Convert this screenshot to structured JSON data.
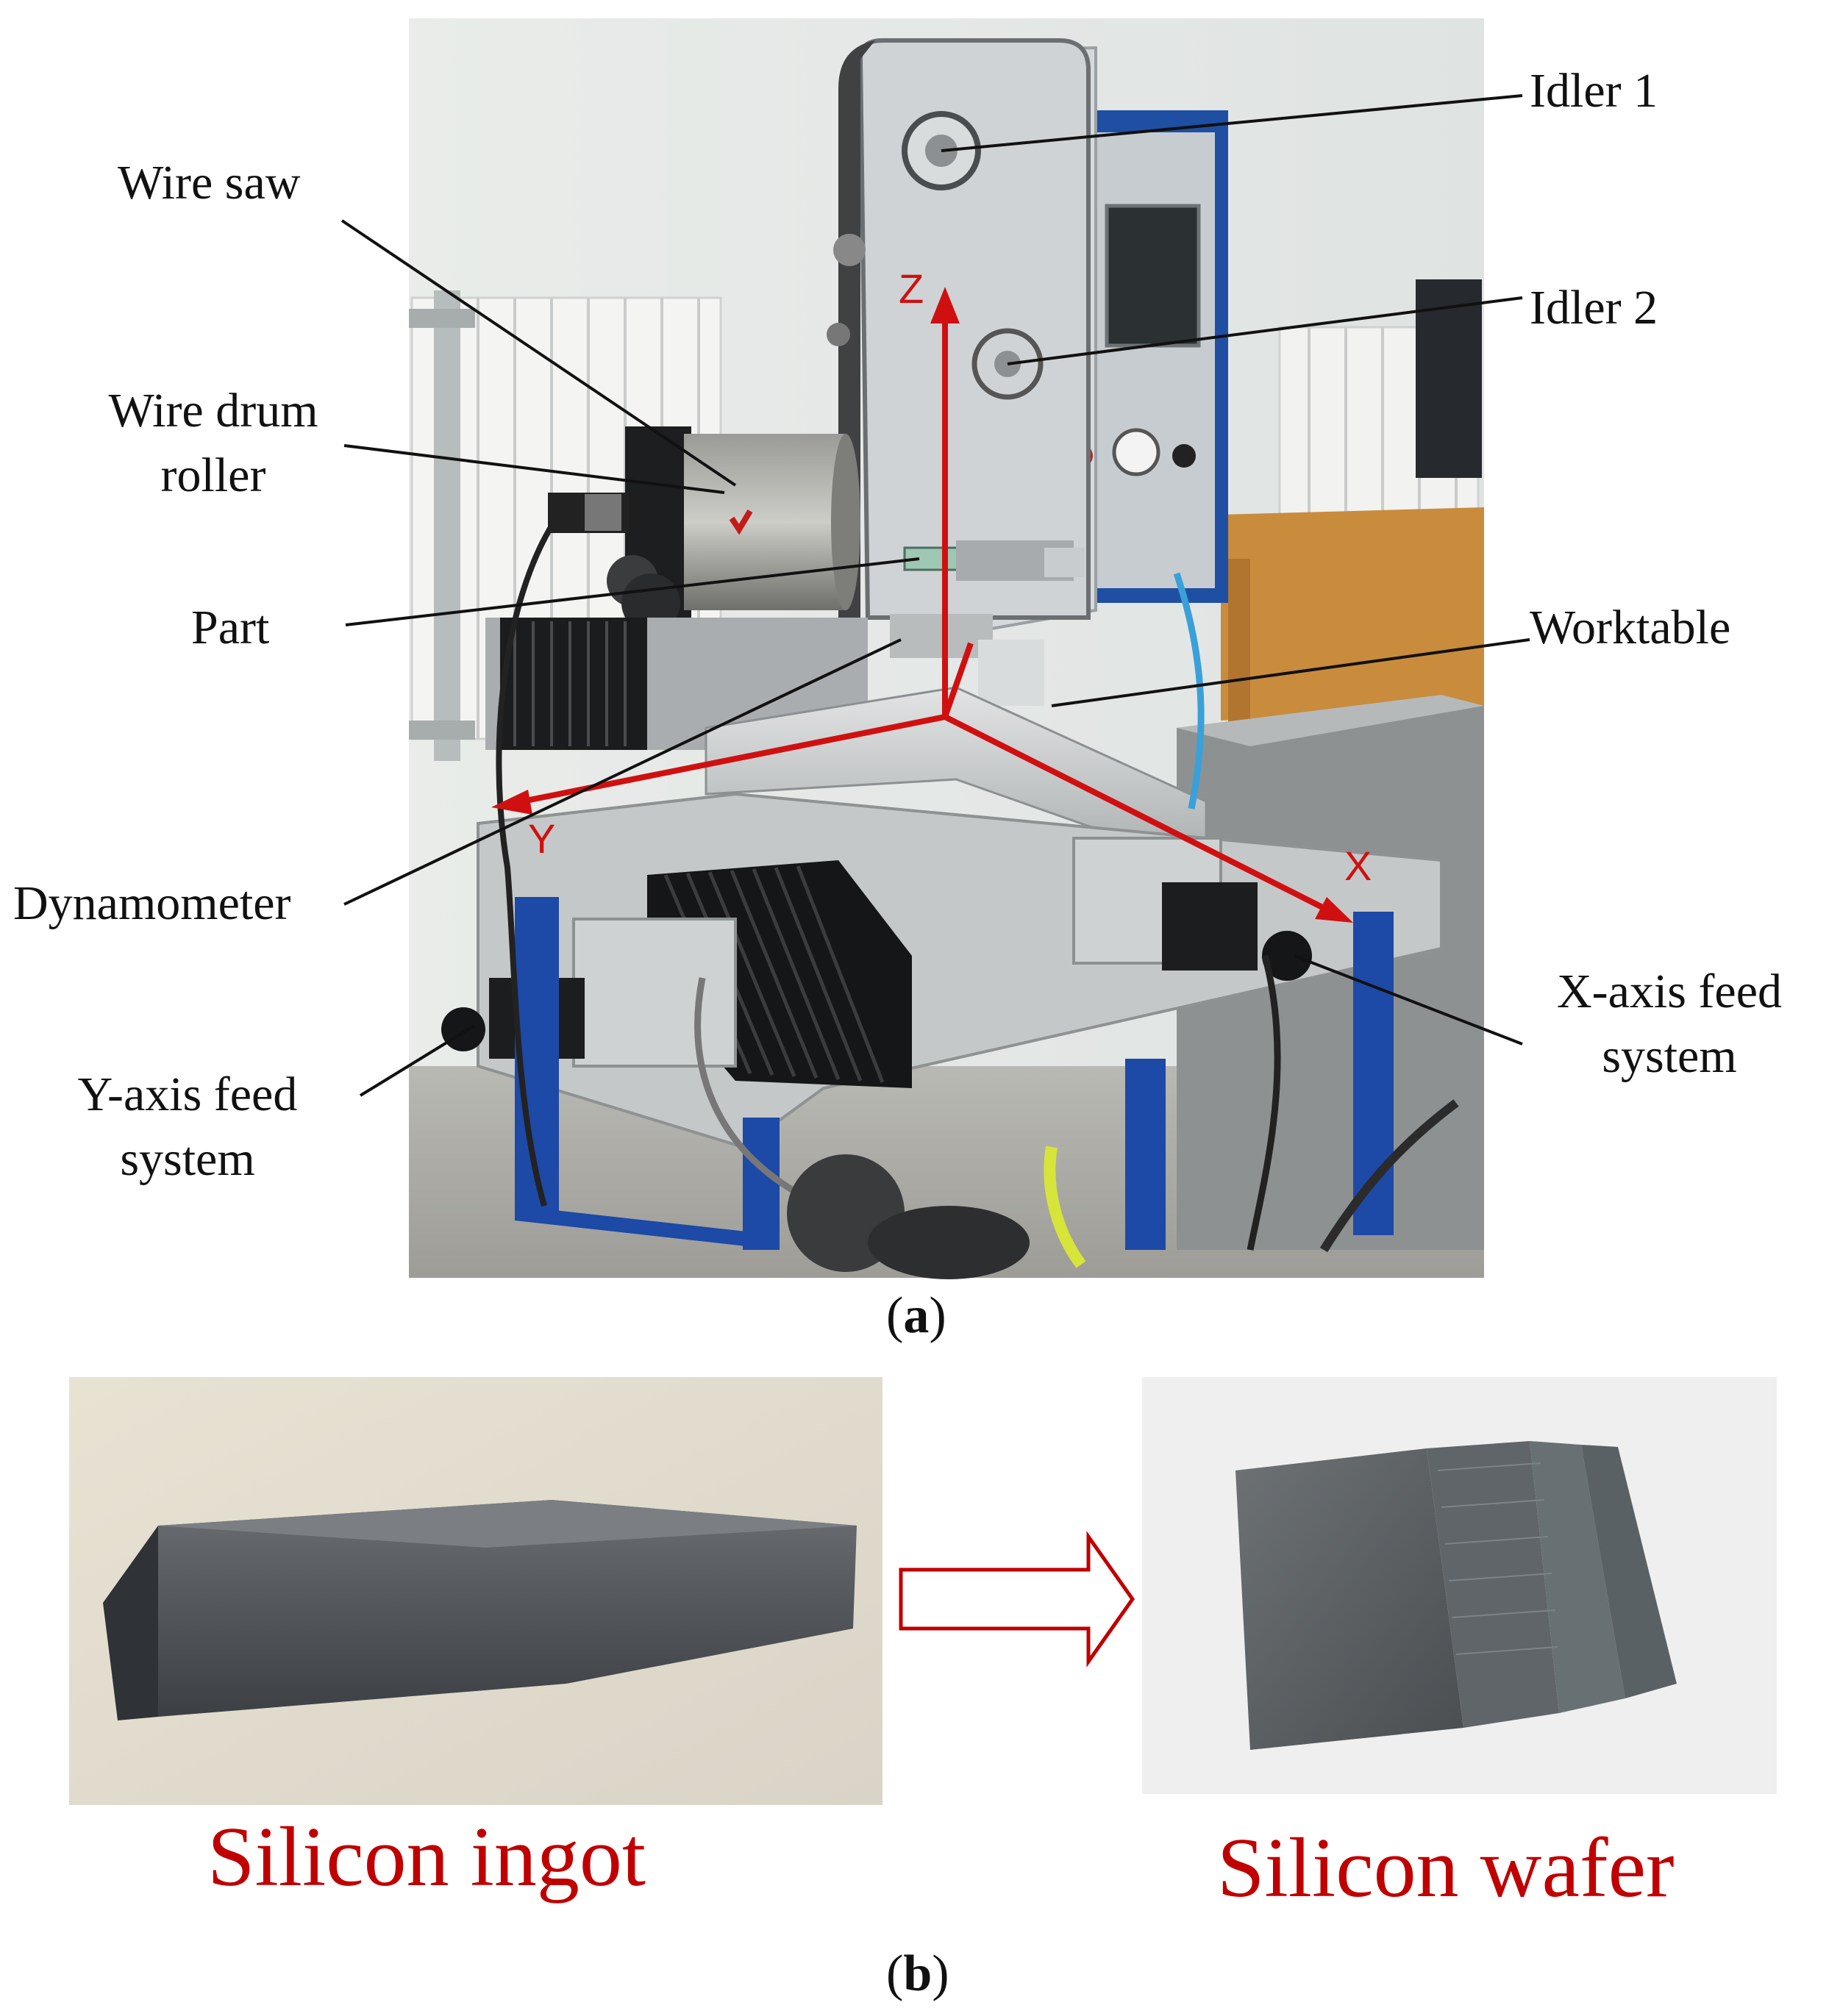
{
  "figure": {
    "panel_a": {
      "caption_letter": "a",
      "labels": {
        "wire_saw": "Wire saw",
        "wire_drum_line1": "Wire drum",
        "wire_drum_line2": "roller",
        "part": "Part",
        "dynamometer": "Dynamometer",
        "y_feed_line1": "Y-axis feed",
        "y_feed_line2": "system",
        "idler1": "Idler 1",
        "idler2": "Idler 2",
        "worktable": "Worktable",
        "x_feed_line1": "X-axis feed",
        "x_feed_line2": "system"
      },
      "axes": {
        "x": "X",
        "y": "Y",
        "z": "Z"
      }
    },
    "panel_b": {
      "caption_letter": "b",
      "left_label": "Silicon ingot",
      "right_label": "Silicon wafer"
    },
    "colors": {
      "axis": "#d01010",
      "caption_red": "#c00000"
    }
  }
}
